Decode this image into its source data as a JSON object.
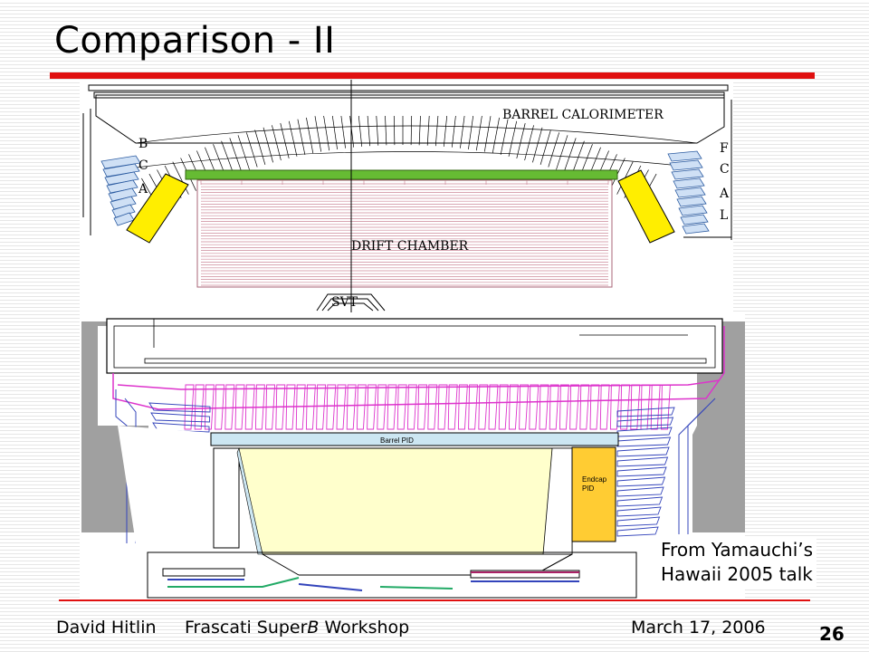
{
  "slide": {
    "title": "Comparison - II",
    "page_number": "26"
  },
  "footer": {
    "author": "David Hitlin",
    "event_prefix": "Frascati Super",
    "event_italic": "B",
    "event_suffix": " Workshop",
    "date": "March 17, 2006"
  },
  "diagram_top": {
    "barrel_label": "BARREL CALORIMETER",
    "bcal_letters": [
      "B",
      "C",
      "A"
    ],
    "fcal_letters": [
      "F",
      "C",
      "A",
      "L"
    ],
    "drift_label": "DRIFT CHAMBER",
    "svt_label": "SVT",
    "colors": {
      "green": "#66bb33",
      "yellow": "#ffee00",
      "drift": "#cc8899",
      "blue": "#4a7fc0"
    }
  },
  "diagram_bottom": {
    "barrel_pid_label": "Barrel PID",
    "endcap_pid_label_1": "Endcap",
    "endcap_pid_label_2": "PID",
    "colors": {
      "magenta": "#dd33cc",
      "blue": "#3344bb",
      "light_yellow": "#ffffcc",
      "endcap": "#ffcc33",
      "gray": "#a0a0a0",
      "light_blue": "#cce6f2"
    }
  },
  "note": {
    "line1": "From Yamauchi’s",
    "line2": "Hawaii 2005 talk"
  }
}
